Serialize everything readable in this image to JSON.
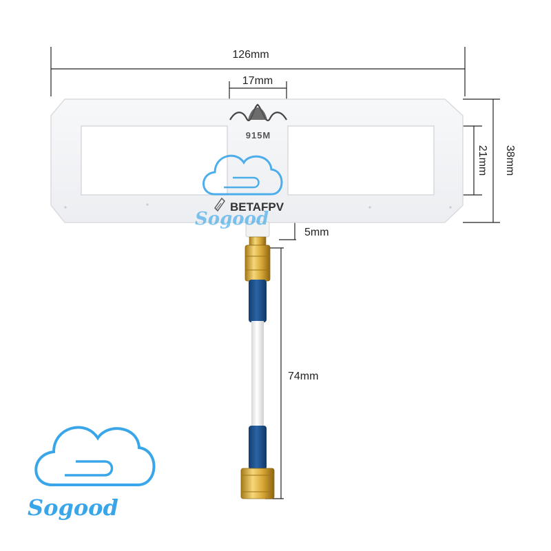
{
  "product": {
    "brand": "BETAFPV",
    "frequency_label": "915M"
  },
  "dimensions": {
    "total_width": "126mm",
    "center_gap": "17mm",
    "window_height": "21mm",
    "total_height": "38mm",
    "connector_offset": "5mm",
    "cable_length": "74mm"
  },
  "watermark": {
    "text": "Sogood"
  },
  "colors": {
    "board": "#f4f5f7",
    "board_edge": "#dcdde0",
    "dimension_line": "#222222",
    "gold": "#d4a531",
    "sleeve_blue": "#1d4f8a",
    "cable_white": "#eeeeee",
    "watermark_blue": "#3aa6ea"
  },
  "icons": [
    "sine-wave-icon",
    "cloud-logo-icon",
    "pen-nib-icon"
  ]
}
